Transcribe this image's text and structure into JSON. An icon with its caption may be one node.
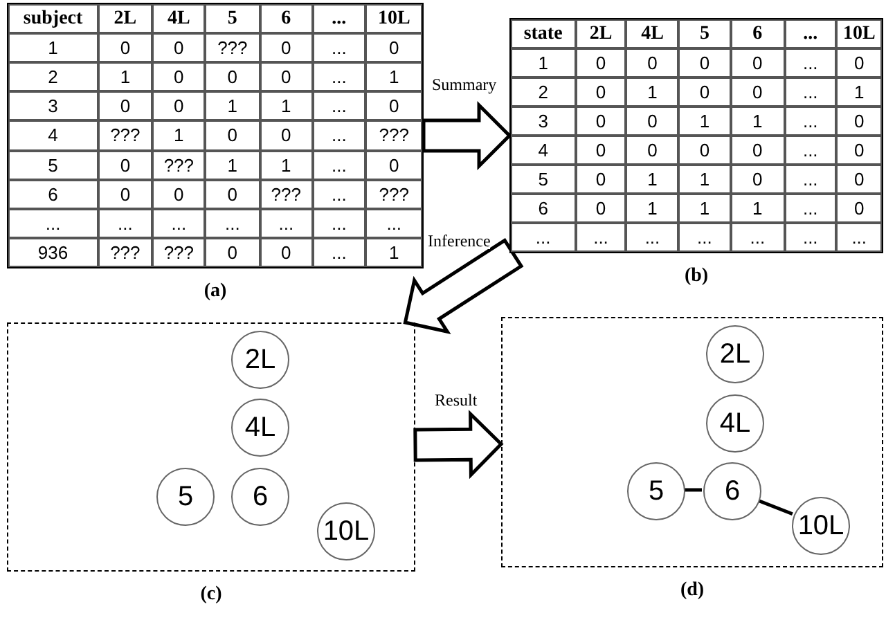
{
  "diagram": {
    "nodes": [
      {
        "text": [
          "subject",
          "2L",
          "4L",
          "5",
          "6",
          "...",
          "10L",
          "1",
          "0",
          "0",
          "???",
          "0",
          "...",
          "0",
          "2",
          "1",
          "0",
          "0",
          "0",
          "...",
          "1",
          "3",
          "0",
          "0",
          "1",
          "1",
          "...",
          "0",
          "4",
          "???",
          "1",
          "0",
          "0",
          "...",
          "???",
          "5",
          "0",
          "???",
          "1",
          "1",
          "...",
          "0",
          "6",
          "0",
          "0",
          "0",
          "???",
          "...",
          "???",
          "...",
          "...",
          "...",
          "...",
          "...",
          "...",
          "...",
          "936",
          "???",
          "???",
          "0",
          "0",
          "...",
          "1"
        ],
        "beside": [
          "(a)"
        ]
      },
      {
        "text": [
          "state",
          "2L",
          "4L",
          "5",
          "6",
          "...",
          "10L",
          "1",
          "0",
          "0",
          "0",
          "0",
          "...",
          "0",
          "2",
          "0",
          "1",
          "0",
          "0",
          "...",
          "1",
          "3",
          "0",
          "0",
          "1",
          "1",
          "...",
          "0",
          "4",
          "0",
          "0",
          "0",
          "0",
          "...",
          "0",
          "5",
          "0",
          "1",
          "1",
          "0",
          "...",
          "0",
          "6",
          "0",
          "1",
          "1",
          "1",
          "...",
          "0",
          "...",
          "...",
          "...",
          "...",
          "...",
          "...",
          "..."
        ],
        "beside": [
          "(b)"
        ]
      },
      {
        "text": [],
        "shape": "box",
        "beside": [
          "(c)"
        ]
      },
      {
        "text": [
          "2L"
        ],
        "in": 2
      },
      {
        "text": [
          "4L"
        ],
        "in": 2
      },
      {
        "text": [
          "5"
        ],
        "in": 2
      },
      {
        "text": [
          "6"
        ],
        "in": 2
      },
      {
        "text": [
          "10L"
        ],
        "in": 2
      },
      {
        "text": [],
        "shape": "box",
        "beside": [
          "(d)"
        ]
      },
      {
        "text": [
          "2L"
        ],
        "in": 8
      },
      {
        "text": [
          "4L"
        ],
        "in": 8
      },
      {
        "text": [
          "5"
        ],
        "in": 8
      },
      {
        "text": [
          "6"
        ],
        "in": 8
      },
      {
        "text": [
          "10L"
        ],
        "in": 8
      }
    ],
    "edges": [
      {
        "from": 0,
        "to": 1,
        "arrow": "to",
        "label": "Summary",
        "style": "thick"
      },
      {
        "from": 1,
        "to": 2,
        "arrow": "to",
        "label": "Inference",
        "style": "thick"
      },
      {
        "from": 2,
        "to": 8,
        "arrow": "to",
        "label": "Result",
        "style": "thick"
      },
      {
        "from": 11,
        "to": 12,
        "arrow": "none"
      },
      {
        "from": 12,
        "to": 13,
        "arrow": "none"
      }
    ]
  }
}
